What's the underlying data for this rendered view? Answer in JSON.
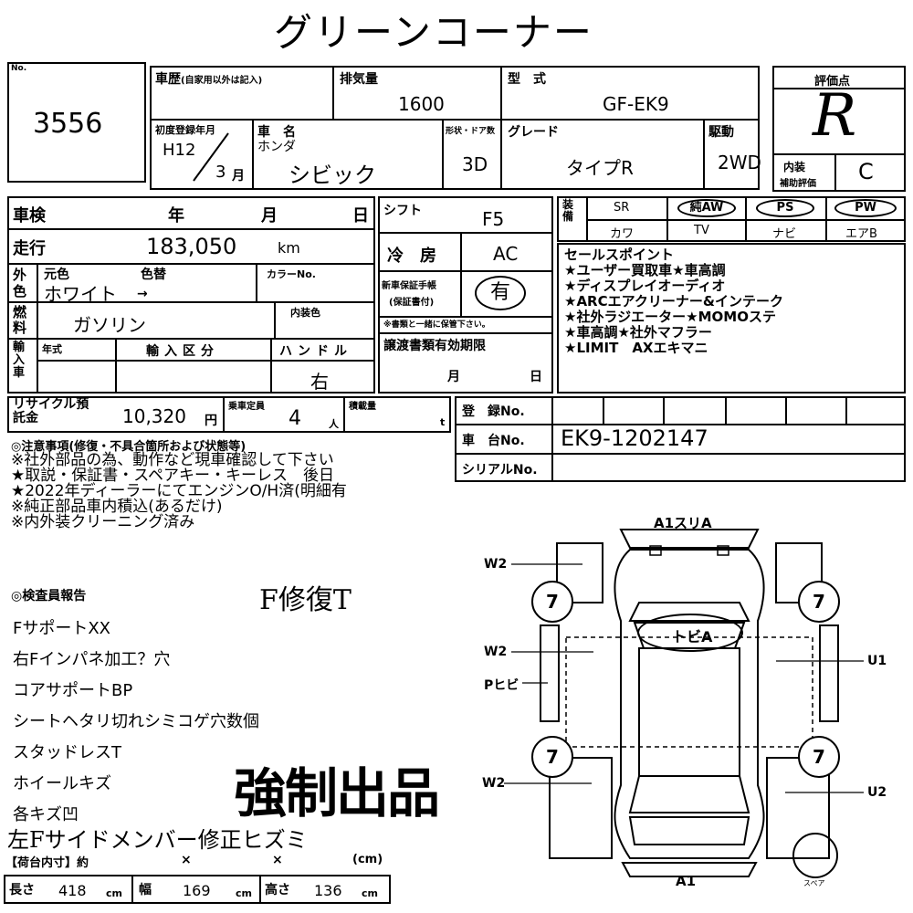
{
  "title": "グリーンコーナー",
  "lot": {
    "label": "No.",
    "number": "3556"
  },
  "history": {
    "label": "車歴",
    "note": "(自家用以外は記入)"
  },
  "displacement": {
    "label": "排気量",
    "value": "1600"
  },
  "model": {
    "label": "型　式",
    "value": "GF-EK9"
  },
  "grade_score": {
    "label": "評価点",
    "value": "R"
  },
  "first_reg": {
    "label": "初度登録年月",
    "year": "H12",
    "month": "3",
    "month_unit": "月"
  },
  "car_name": {
    "label": "車　名",
    "maker": "ホンダ",
    "name": "シビック"
  },
  "doors": {
    "label": "形状・ドア数",
    "value": "3D"
  },
  "grade": {
    "label": "グレード",
    "value": "タイプR"
  },
  "drive": {
    "label": "駆動",
    "value": "2WD"
  },
  "interior": {
    "label": "内装",
    "sublabel": "補助評価",
    "value": "C"
  },
  "inspection": {
    "label": "車検",
    "year": "年",
    "month": "月",
    "day": "日"
  },
  "shift": {
    "label": "シフト",
    "value": "F5"
  },
  "mileage": {
    "label": "走行",
    "value": "183,050",
    "unit": "km"
  },
  "ac": {
    "label": "冷　房",
    "value": "AC"
  },
  "exterior": {
    "label": "外色",
    "original_label": "元色",
    "change_label": "色替",
    "value": "ホワイト",
    "arrow": "→",
    "color_no_label": "カラーNo."
  },
  "warranty": {
    "label": "新車保証手帳",
    "sublabel": "(保証書付)",
    "value": "有",
    "note": "※書類と一緒に保管下さい。"
  },
  "fuel": {
    "label": "燃料",
    "value": "ガソリン",
    "interior_color_label": "内装色"
  },
  "import": {
    "label": "輸入車",
    "year_label": "年式",
    "type_label": "輸入区分",
    "handle_label": "ハンドル",
    "handle_value": "右"
  },
  "transfer_docs": {
    "label": "譲渡書類有効期限",
    "month": "月",
    "day": "日"
  },
  "equipment": {
    "label": "装備",
    "row1": [
      "SR",
      "純AW",
      "PS",
      "PW"
    ],
    "row2": [
      "カワ",
      "TV",
      "ナビ",
      "エアB"
    ]
  },
  "sales_points": {
    "label": "セールスポイント",
    "lines": [
      "★ユーザー買取車★車高調",
      "★ディスプレイオーディオ",
      "★ARCエアクリーナー&インテーク",
      "★社外ラジエーター★MOMOステ",
      "★車高調★社外マフラー",
      "★LIMIT　AXエキマニ"
    ]
  },
  "recycle": {
    "label": "リサイクル預託金",
    "value": "10,320",
    "unit": "円"
  },
  "capacity": {
    "label": "乗車定員",
    "value": "4",
    "unit": "人"
  },
  "load": {
    "label": "積載量",
    "unit": "t"
  },
  "registration": {
    "label": "登　録No."
  },
  "chassis": {
    "label": "車　台No.",
    "value": "EK9-1202147"
  },
  "serial": {
    "label": "シリアルNo."
  },
  "caution": {
    "label": "◎注意事項(修復・不具合箇所および状態等)",
    "lines": [
      "※社外部品の為、動作など現車確認して下さい",
      "★取説・保証書・スペアキー・キーレス　後日",
      "★2022年ディーラーにてエンジンO/H済(明細有",
      "※純正部品車内積込(あるだけ)",
      "※内外装クリーニング済み"
    ]
  },
  "inspector_report": {
    "label": "◎検査員報告",
    "handwritten": "F修復T",
    "lines": [
      "FサポートXX",
      "右Fインパネ加工？穴",
      "コアサポートBP",
      "シートヘタリ切れシミコゲ穴数個",
      "スタッドレスT",
      "ホイールキズ",
      "各キズ凹"
    ],
    "handwritten_bottom": "左Fサイドメンバー修正ヒズミ"
  },
  "forced": "強制出品",
  "diagram": {
    "front_label": "A1スリA",
    "rear_label": "A1",
    "left_labels": [
      "W2",
      "W2",
      "Pヒビ",
      "W2"
    ],
    "right_labels": [
      "U1",
      "U2"
    ],
    "roof_label": "トビA",
    "tire_value": "7",
    "spare_label": "スペア"
  },
  "cargo": {
    "label": "【荷台内寸】約",
    "x": "×",
    "unit": "(cm)"
  },
  "dims": {
    "length_label": "長さ",
    "length": "418",
    "width_label": "幅",
    "width": "169",
    "height_label": "高さ",
    "height": "136",
    "unit": "cm"
  }
}
